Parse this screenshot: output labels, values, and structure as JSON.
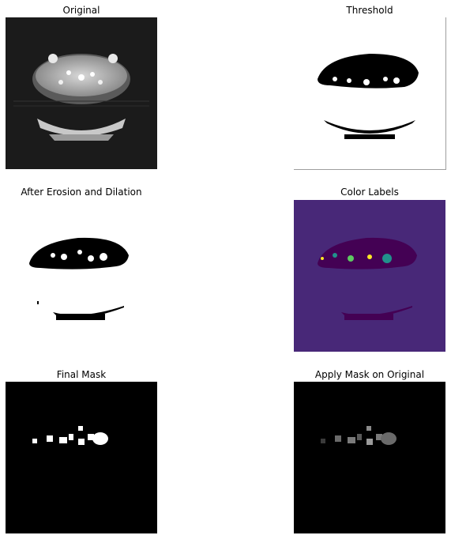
{
  "panels": {
    "original": {
      "title": "Original"
    },
    "threshold": {
      "title": "Threshold"
    },
    "erosion_dilation": {
      "title": "After Erosion and Dilation"
    },
    "color_labels": {
      "title": "Color Labels"
    },
    "final_mask": {
      "title": "Final Mask"
    },
    "apply_mask": {
      "title": "Apply Mask on Original"
    }
  },
  "colors": {
    "background_dark": "#1b1b1b",
    "mask_black": "#000000",
    "mask_white": "#ffffff",
    "label_background": "#482878",
    "label_region": "#440154",
    "label_teal": "#21918c",
    "label_green": "#5ec962",
    "label_yellow": "#fde725"
  }
}
